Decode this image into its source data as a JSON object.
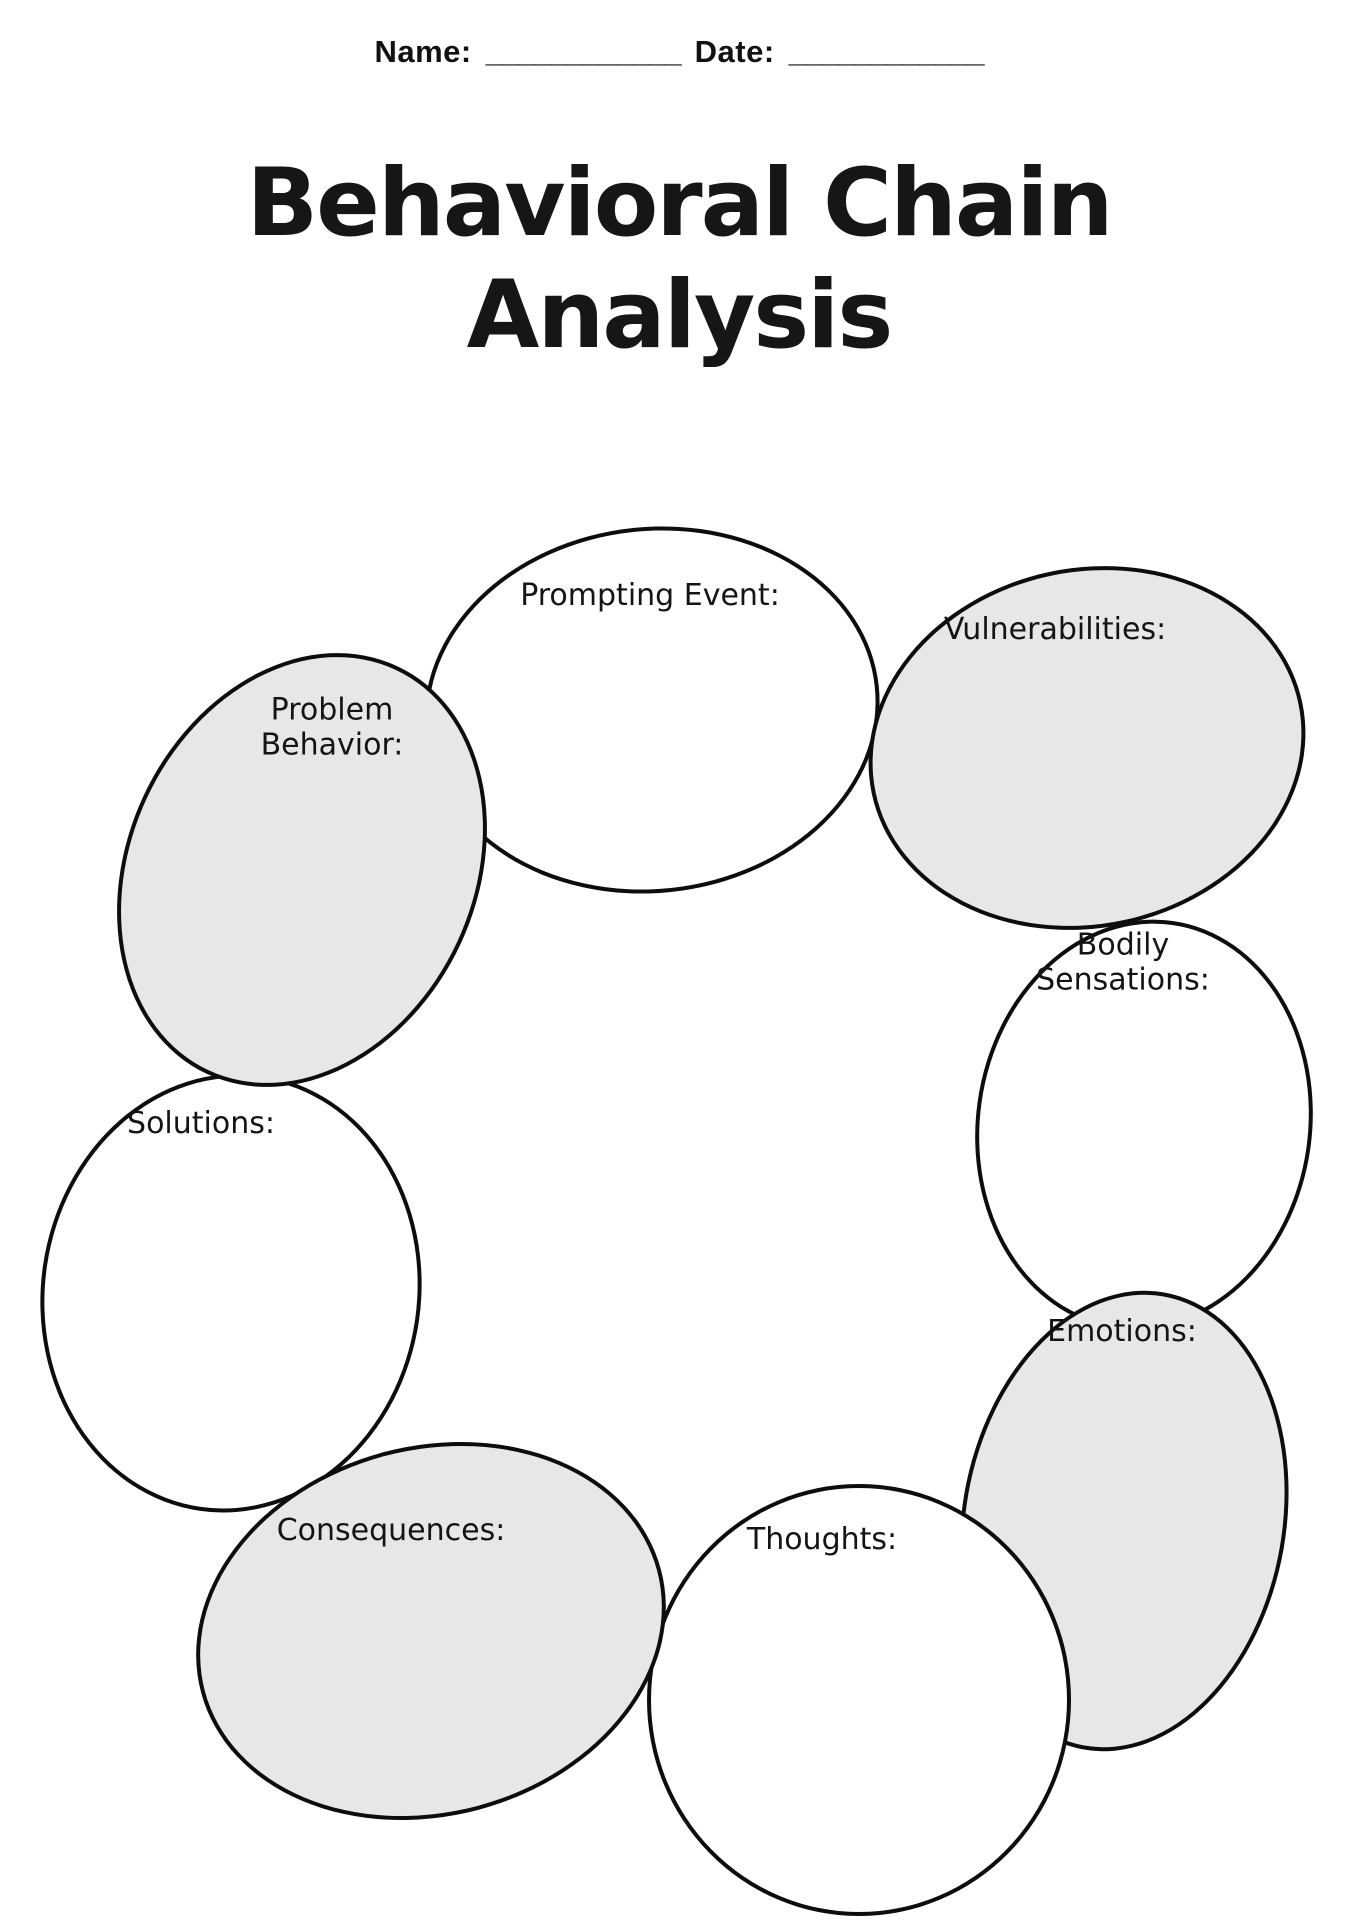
{
  "header": {
    "name_label": "Name:",
    "name_line": "____________",
    "date_label": "Date:",
    "date_line": "____________"
  },
  "title": {
    "line1": "Behavioral Chain",
    "line2": "Analysis"
  },
  "colors": {
    "node_fill_shaded": "#e7e7e7",
    "node_fill_plain": "#ffffff",
    "node_stroke": "#0d0d0d",
    "text": "#151515"
  },
  "diagram": {
    "nodes": [
      {
        "id": "prompting-event",
        "label": "Prompting Event:",
        "shaded": false
      },
      {
        "id": "vulnerabilities",
        "label": "Vulnerabilities:",
        "shaded": true
      },
      {
        "id": "bodily-sensations",
        "label": "Bodily Sensations:",
        "shaded": false
      },
      {
        "id": "emotions",
        "label": "Emotions:",
        "shaded": true
      },
      {
        "id": "thoughts",
        "label": "Thoughts:",
        "shaded": false
      },
      {
        "id": "consequences",
        "label": "Consequences:",
        "shaded": true
      },
      {
        "id": "solutions",
        "label": "Solutions:",
        "shaded": false
      },
      {
        "id": "problem-behavior",
        "label": "Problem Behavior:",
        "shaded": true
      }
    ]
  }
}
